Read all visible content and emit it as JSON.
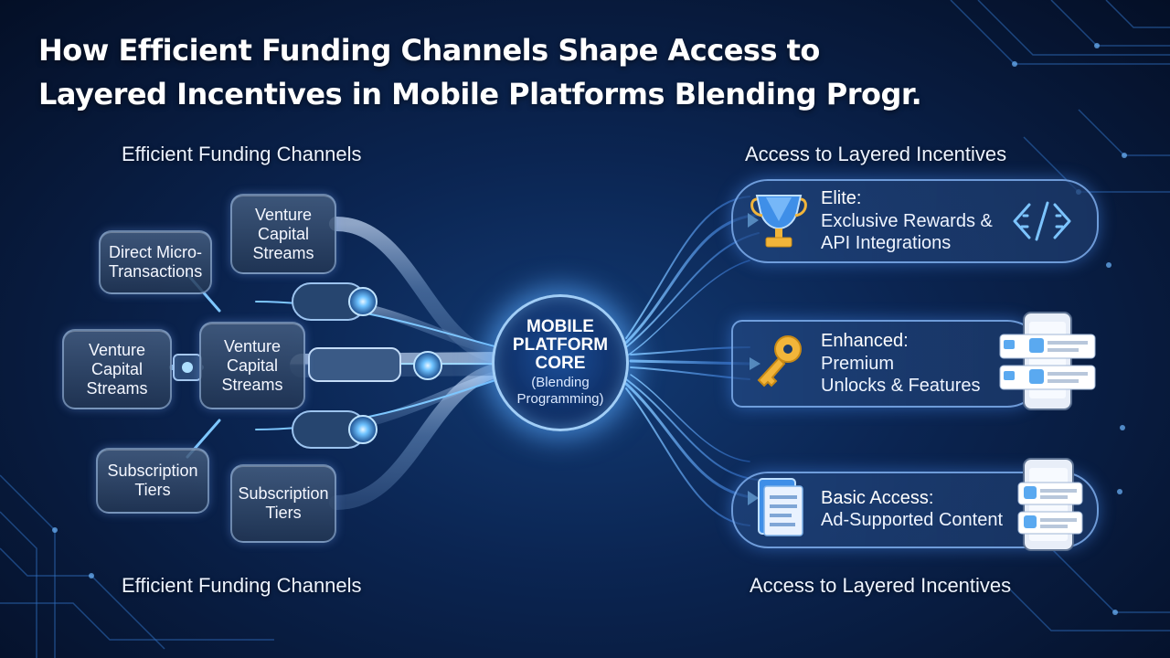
{
  "title": {
    "line1": "How Efficient Funding Channels Shape Access to",
    "line2": "Layered Incentives in Mobile Platforms Blending Progr."
  },
  "labels": {
    "funding_top": "Efficient Funding Channels",
    "funding_bottom": "Efficient Funding Channels",
    "incentives_top": "Access to Layered Incentives",
    "incentives_bottom": "Access to Layered Incentives"
  },
  "sources": [
    {
      "text": "Venture\nCapital\nStreams"
    },
    {
      "text": "Direct Micro-\nTransactions"
    },
    {
      "text": "Venture\nCapital\nStreams"
    },
    {
      "text": "Venture\nCapital\nStreams"
    },
    {
      "text": "Subscription\nTiers"
    },
    {
      "text": "Subscription\nTiers"
    }
  ],
  "core": {
    "title": "MOBILE\nPLATFORM\nCORE",
    "subtitle": "(Blending\nProgramming)"
  },
  "tiers": [
    {
      "name": "Elite:",
      "desc": "Exclusive Rewards &\nAPI Integrations",
      "icon": "trophy-icon"
    },
    {
      "name": "Enhanced:",
      "desc": "Premium\nUnlocks & Features",
      "icon": "key-icon"
    },
    {
      "name": "Basic Access:",
      "desc": "Ad-Supported Content",
      "icon": "document-icon"
    }
  ],
  "colors": {
    "background": "#0b2552",
    "accent": "#5ab0ff",
    "glow": "#9fd4ff",
    "gold": "#f2b53a"
  }
}
